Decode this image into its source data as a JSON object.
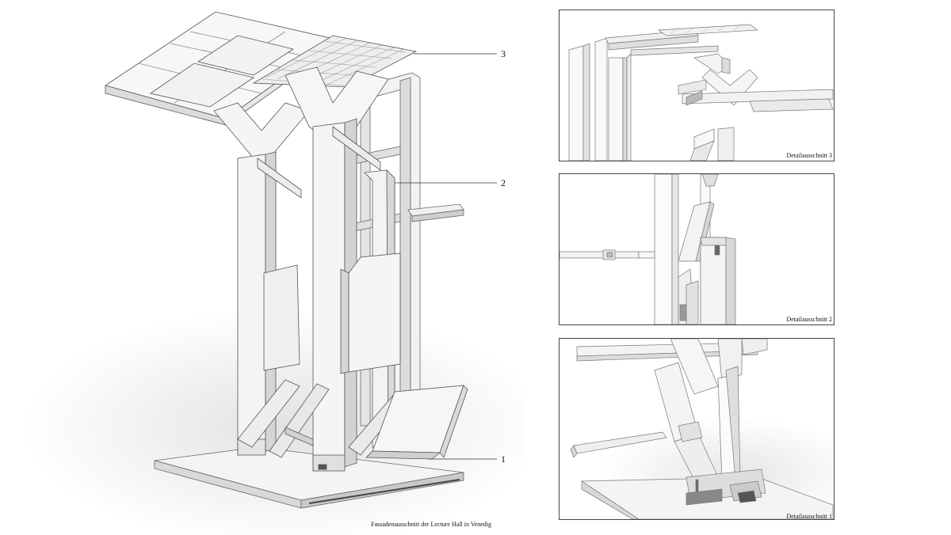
{
  "main": {
    "caption": "Fassadenausschnitt der Lecture Hall in Venedig",
    "callouts": [
      {
        "id": "callout-3",
        "number": "3"
      },
      {
        "id": "callout-2",
        "number": "2"
      },
      {
        "id": "callout-1",
        "number": "1"
      }
    ]
  },
  "details": [
    {
      "caption": "Detailausschnitt 3"
    },
    {
      "caption": "Detailausschnitt 2"
    },
    {
      "caption": "Detailausschnitt 1"
    }
  ],
  "colors": {
    "line": "#444444",
    "face_light": "#f7f7f7",
    "face_mid": "#e6e6e6",
    "face_dark": "#cfcfcf",
    "shadow": "#e9e9e9",
    "accent_dark": "#555555"
  }
}
